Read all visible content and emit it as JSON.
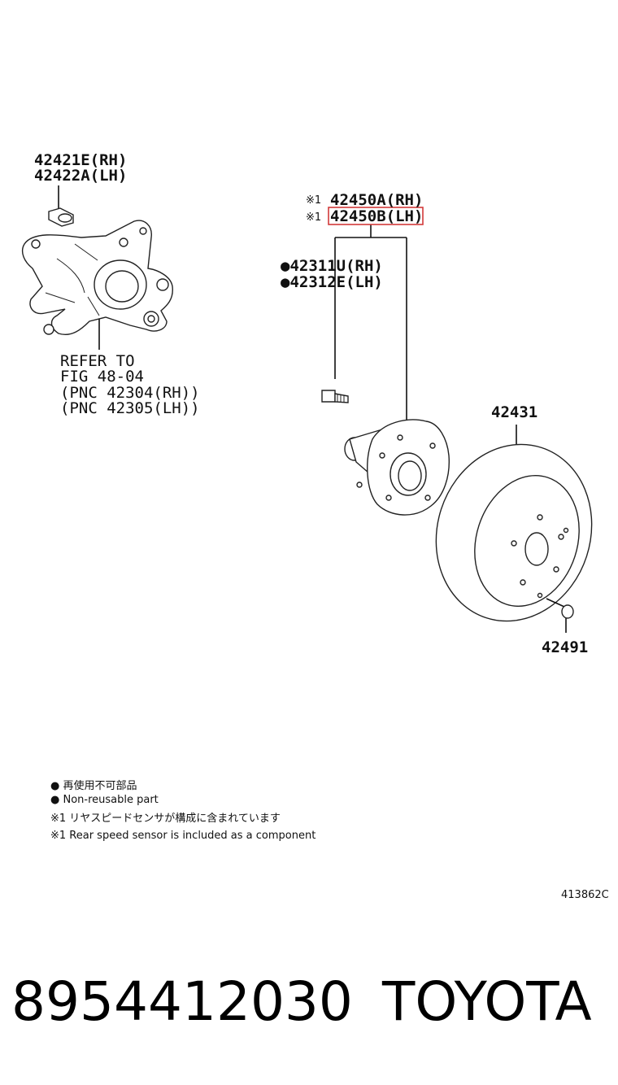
{
  "labels": {
    "knuckle_bolt_rh": "42421E(RH)",
    "knuckle_bolt_lh": "42422A(LH)",
    "refer_to": "REFER TO",
    "fig": "FIG 48-04",
    "pnc_rh": "(PNC 42304(RH))",
    "pnc_lh": "(PNC 42305(LH))",
    "hub_mark_1": "※1",
    "hub_rh": "42450A(RH)",
    "hub_mark_2": "※1",
    "hub_lh": "42450B(LH)",
    "bolt_rh": "●42311U(RH)",
    "bolt_lh": "●42312E(LH)",
    "disc": "42431",
    "plug": "42491"
  },
  "legend": {
    "line1": "● 再使用不可部品",
    "line2": "● Non-reusable part",
    "line3": "※1 リヤスピードセンサが構成に含まれています",
    "line4": "※1 Rear speed sensor is included as a component"
  },
  "figure_code": "413862C",
  "footer": {
    "part_number": "8954412030",
    "brand": "TOYOTA"
  },
  "colors": {
    "highlight": "#d23a3a",
    "ink": "#111111"
  }
}
